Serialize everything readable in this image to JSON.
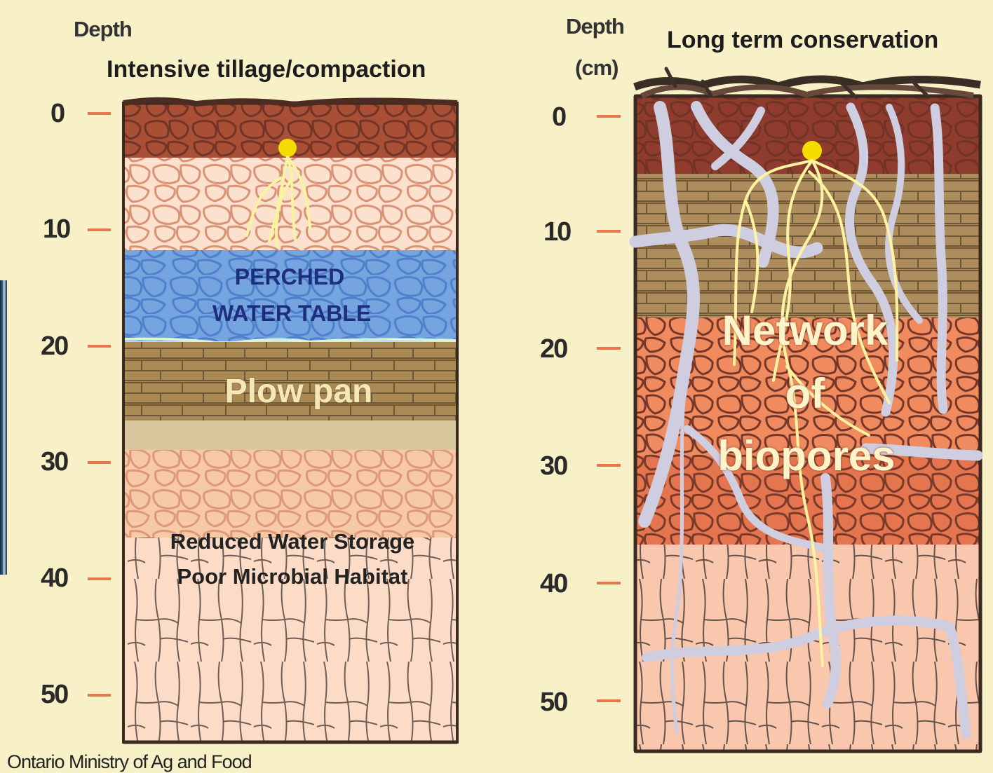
{
  "left_panel": {
    "depth_label": "Depth",
    "title": "Intensive tillage/compaction",
    "perched_label_line1": "PERCHED",
    "perched_label_line2": "WATER TABLE",
    "plow_pan_label": "Plow pan",
    "storage_label_line1": "Reduced Water Storage",
    "storage_label_line2": "Poor Microbial Habitat"
  },
  "right_panel": {
    "depth_label_line1": "Depth",
    "depth_label_line2": "(cm)",
    "title": "Long term conservation",
    "network_line1": "Network",
    "network_line2": "of",
    "network_line3": "biopores"
  },
  "depth_ticks": [
    "0",
    "10",
    "20",
    "30",
    "40",
    "50"
  ],
  "source": "Ontario Ministry of Ag and Food",
  "colors": {
    "background": "#f8f0c7",
    "tick": "#e9784d",
    "perched_water": "#7aa7e2",
    "plow_pan": "#a98a5a",
    "topsoil": "#9f5541",
    "subsoil": "#f6c9a9",
    "deep_subsoil": "#f9d8c1",
    "biopore": "#d8d8e6",
    "root": "#fff2a8"
  }
}
